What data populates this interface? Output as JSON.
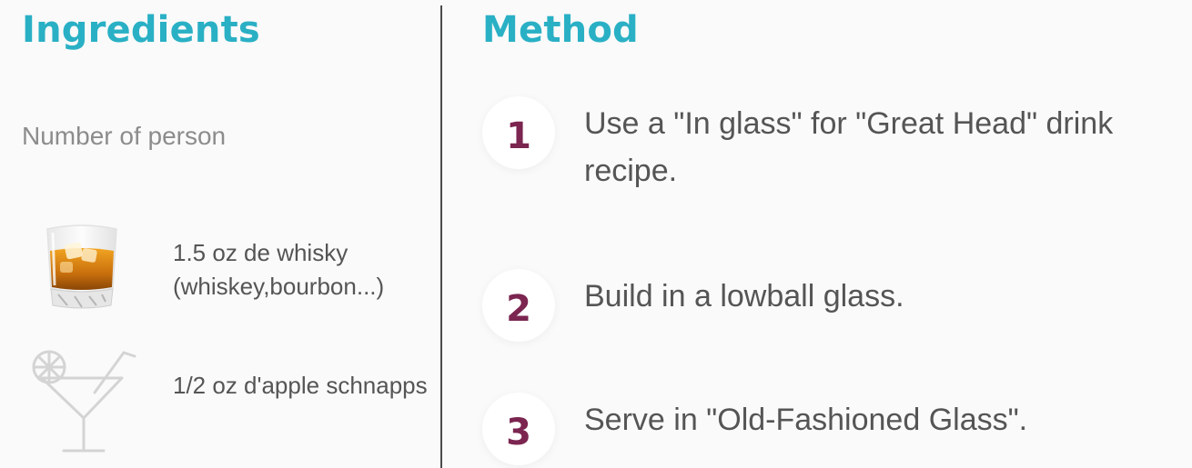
{
  "ingredients": {
    "title": "Ingredients",
    "persons_label": "Number of person",
    "items": [
      {
        "image": "whisky-glass-image",
        "text": "1.5 oz de whisky (whiskey,bourbon...)"
      },
      {
        "image": "cocktail-glass-icon",
        "text": "1/2 oz d'apple schnapps"
      }
    ]
  },
  "method": {
    "title": "Method",
    "steps": [
      {
        "number": "1",
        "text": "Use a \"In glass\" for \"Great Head\" drink recipe."
      },
      {
        "number": "2",
        "text": "Build in a lowball glass."
      },
      {
        "number": "3",
        "text": "Serve in \"Old-Fashioned Glass\"."
      }
    ]
  },
  "colors": {
    "title": "#2ab0c5",
    "step_number": "#7b2550",
    "text": "#555555",
    "muted": "#8c8c8c",
    "divider": "#4a4a4a"
  }
}
